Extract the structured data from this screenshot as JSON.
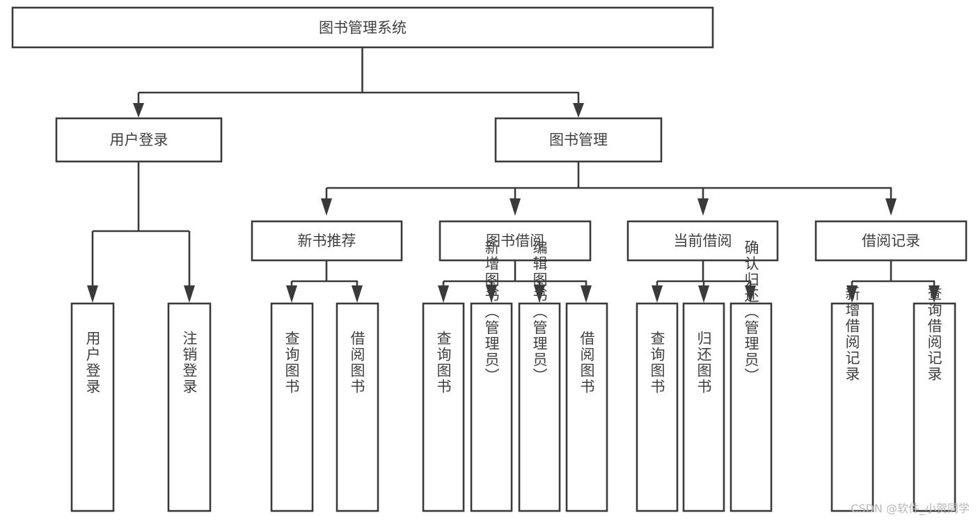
{
  "diagram": {
    "type": "tree-hierarchy",
    "title": "图书管理系统",
    "orientation": "top-down",
    "root": {
      "id": "root",
      "label": "图书管理系统"
    },
    "level1": [
      {
        "id": "user-login",
        "label": "用户登录"
      },
      {
        "id": "book-management",
        "label": "图书管理"
      }
    ],
    "level2": [
      {
        "id": "new-book-recommend",
        "label": "新书推荐",
        "parent": "book-management"
      },
      {
        "id": "book-borrow",
        "label": "图书借阅",
        "parent": "book-management"
      },
      {
        "id": "current-borrow",
        "label": "当前借阅",
        "parent": "book-management"
      },
      {
        "id": "borrow-record",
        "label": "借阅记录",
        "parent": "book-management"
      }
    ],
    "leaves": [
      {
        "id": "leaf-user-login",
        "label": "用户登录",
        "parent": "user-login"
      },
      {
        "id": "leaf-logout-login",
        "label": "注销登录",
        "parent": "user-login"
      },
      {
        "id": "leaf-query-book-1",
        "label": "查询图书",
        "parent": "new-book-recommend"
      },
      {
        "id": "leaf-borrow-book-1",
        "label": "借阅图书",
        "parent": "new-book-recommend"
      },
      {
        "id": "leaf-query-book-2",
        "label": "查询图书",
        "parent": "book-borrow"
      },
      {
        "id": "leaf-add-book",
        "label": "新增图书（管理员）",
        "parent": "book-borrow"
      },
      {
        "id": "leaf-edit-book",
        "label": "编辑图书（管理员）",
        "parent": "book-borrow"
      },
      {
        "id": "leaf-borrow-book-2",
        "label": "借阅图书",
        "parent": "book-borrow"
      },
      {
        "id": "leaf-query-book-3",
        "label": "查询图书",
        "parent": "current-borrow"
      },
      {
        "id": "leaf-return-book",
        "label": "归还图书",
        "parent": "current-borrow"
      },
      {
        "id": "leaf-confirm-return",
        "label": "确认归还（管理员）",
        "parent": "current-borrow"
      },
      {
        "id": "leaf-add-record",
        "label": "新增借阅记录",
        "parent": "borrow-record"
      },
      {
        "id": "leaf-query-record",
        "label": "查询借阅记录",
        "parent": "borrow-record"
      }
    ]
  },
  "watermark": {
    "text": "CSDN @软件_小贺同学"
  },
  "colors": {
    "stroke": "#3a3a3a",
    "text": "#3f3f3f",
    "background": "#ffffff",
    "watermark": "#b9b9b9"
  }
}
